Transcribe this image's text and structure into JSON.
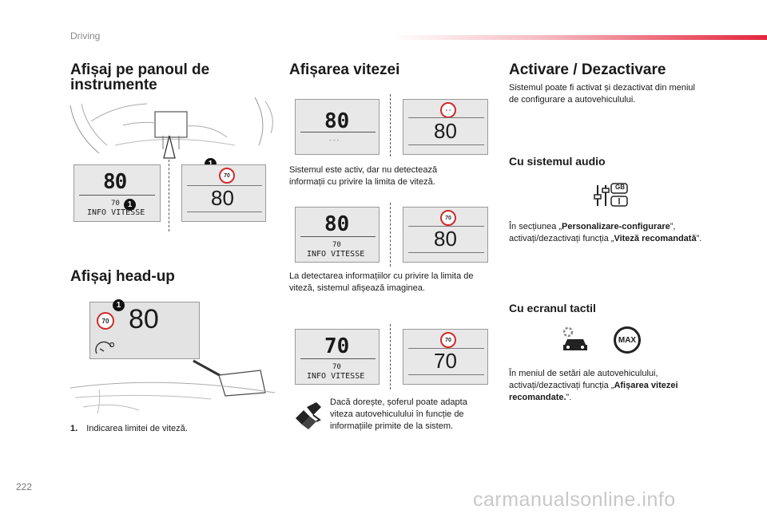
{
  "header": {
    "section": "Driving",
    "accent": "#e3263c"
  },
  "left": {
    "title": "Afișaj pe panoul de instrumente",
    "hud_title": "Afișaj head-up",
    "footnote_num": "1.",
    "footnote": "Indicarea limitei de viteză.",
    "cluster_speed": "80",
    "cluster_limit": "70",
    "cluster_info": "INFO VITESSE",
    "sign_value": "70",
    "sign_speed": "80",
    "callout": "1",
    "hud_sign": "70",
    "hud_speed": "80"
  },
  "middle": {
    "title": "Afișarea vitezei",
    "display1": {
      "speed": "80",
      "sub": "- - -",
      "sign": "- -",
      "sign_speed": "80"
    },
    "text1": "Sistemul este activ, dar nu detectează informații cu privire la limita de viteză.",
    "display2": {
      "speed": "80",
      "limit": "70",
      "info": "INFO VITESSE",
      "sign": "70",
      "sign_speed": "80"
    },
    "text2": "La detectarea informațiilor cu privire la limita de viteză, sistemul afișează imaginea.",
    "display3": {
      "speed": "70",
      "limit": "70",
      "info": "INFO VITESSE",
      "sign": "70",
      "sign_speed": "70"
    },
    "text3": "Dacă dorește, șoferul poate adapta viteza autovehiculului în funcție de informațiile primite de la sistem."
  },
  "right": {
    "title": "Activare / Dezactivare",
    "intro": "Sistemul poate fi activat și dezactivat din meniul de configurare a autovehiculului.",
    "audio_title": "Cu sistemul audio",
    "audio_icon_badge": "GB",
    "audio_text_pre": "În secțiunea „",
    "audio_text_b1": "Personalizare-configurare",
    "audio_text_mid": "”, activați/dezactivați funcția „",
    "audio_text_b2": "Viteză recomandată",
    "audio_text_post": "”.",
    "touch_title": "Cu ecranul tactil",
    "max_label": "MAX",
    "touch_text_pre": "În meniul de setări ale autovehiculului, activați/dezactivați funcția „",
    "touch_text_b": "Afișarea vitezei recomandate.",
    "touch_text_post": "”."
  },
  "page_number": "222",
  "watermark": "carmanualsonline.info"
}
